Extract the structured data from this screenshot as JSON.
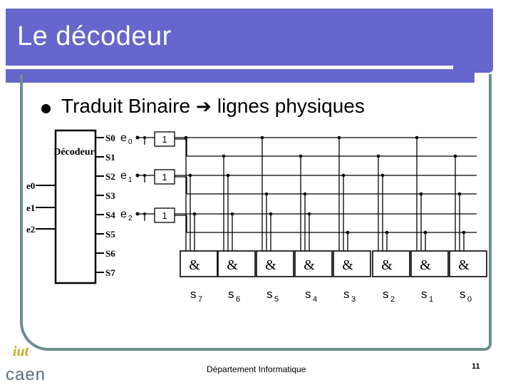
{
  "slide": {
    "title": "Le décodeur",
    "bullet_part1": "Traduit Binaire",
    "bullet_arrow": "➔",
    "bullet_part2": "lignes physiques",
    "footer": "Département Informatique",
    "page_number": "11"
  },
  "logo": {
    "text": "caen",
    "mark": "iut"
  },
  "decoder_block": {
    "label": "Décodeur",
    "inputs": [
      "e0",
      "e1",
      "e2"
    ],
    "outputs": [
      "S0",
      "S1",
      "S2",
      "S3",
      "S4",
      "S5",
      "S6",
      "S7"
    ]
  },
  "circuit": {
    "inputs": [
      "e",
      "e",
      "e"
    ],
    "input_subscripts": [
      "0",
      "1",
      "2"
    ],
    "inverter_label": "1",
    "gate_label": "&",
    "outputs": [
      "s",
      "s",
      "s",
      "s",
      "s",
      "s",
      "s",
      "s"
    ],
    "output_subscripts": [
      "7",
      "6",
      "5",
      "4",
      "3",
      "2",
      "1",
      "0"
    ]
  },
  "colors": {
    "title_bar": "#6666cc",
    "frame": "#6b8f8f",
    "line": "#000000"
  }
}
